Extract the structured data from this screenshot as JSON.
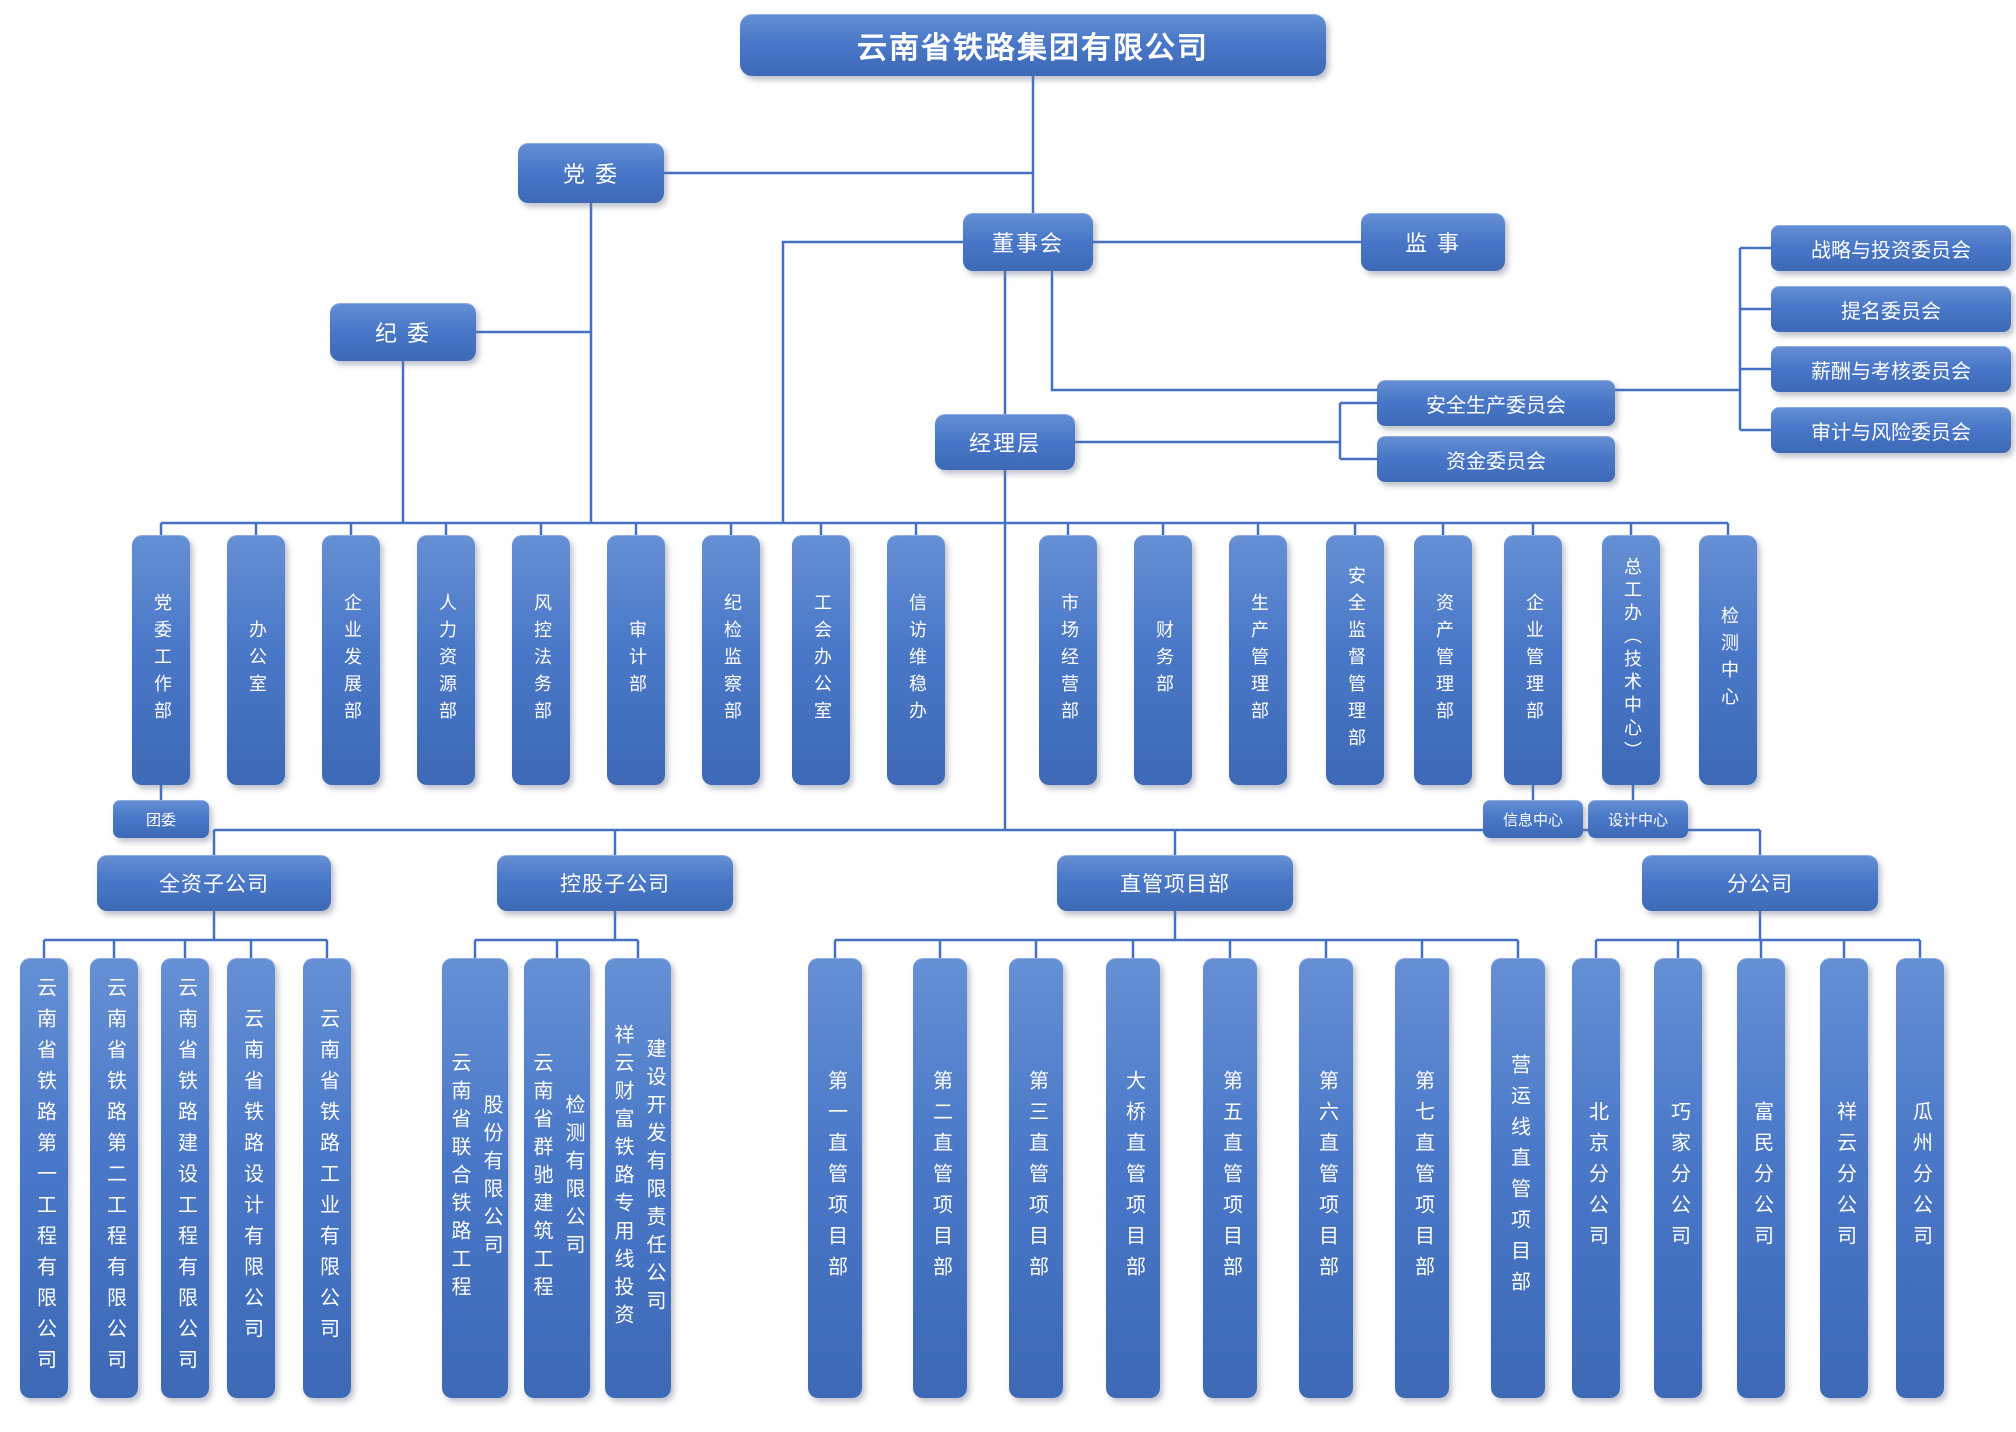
{
  "title": "云南省铁路集团有限公司",
  "governance": {
    "party_committee": "党  委",
    "discipline_committee": "纪  委",
    "board": "董事会",
    "supervisor": "监  事",
    "management": "经理层"
  },
  "board_committees": [
    "战略与投资委员会",
    "提名委员会",
    "薪酬与考核委员会",
    "审计与风险委员会"
  ],
  "management_committees": [
    "安全生产委员会",
    "资金委员会"
  ],
  "departments": [
    "党委工作部",
    "办公室",
    "企业发展部",
    "人力资源部",
    "风控法务部",
    "审计部",
    "纪检监察部",
    "工会办公室",
    "信访维稳办",
    "市场经营部",
    "财务部",
    "生产管理部",
    "安全监督管理部",
    "资产管理部",
    "企业管理部",
    "总工办（技术中心）",
    "检测中心"
  ],
  "department_subs": [
    "团委",
    "信息中心",
    "设计中心"
  ],
  "groups": [
    {
      "label": "全资子公司",
      "children": [
        "云南省铁路第一工程有限公司",
        "云南省铁路第二工程有限公司",
        "云南省铁路建设工程有限公司",
        "云南省铁路设计有限公司",
        "云南省铁路工业有限公司"
      ]
    },
    {
      "label": "控股子公司",
      "children": [
        "云南省联合铁路工程\n股份有限公司",
        "云南省群驰建筑工程\n检测有限公司",
        "祥云财富铁路专用线投资\n建设开发有限责任公司"
      ]
    },
    {
      "label": "直管项目部",
      "children": [
        "第一直管项目部",
        "第二直管项目部",
        "第三直管项目部",
        "大桥直管项目部",
        "第五直管项目部",
        "第六直管项目部",
        "第七直管项目部",
        "营运线直管项目部"
      ]
    },
    {
      "label": "分公司",
      "children": [
        "北京分公司",
        "巧家分公司",
        "富民分公司",
        "祥云分公司",
        "瓜州分公司"
      ]
    }
  ],
  "colors": {
    "box_top": "#6690d4",
    "box_main": "#4a78c8",
    "box_bottom": "#3d69b6",
    "line": "#4471c4",
    "text": "#ffffff",
    "background": "#ffffff"
  }
}
